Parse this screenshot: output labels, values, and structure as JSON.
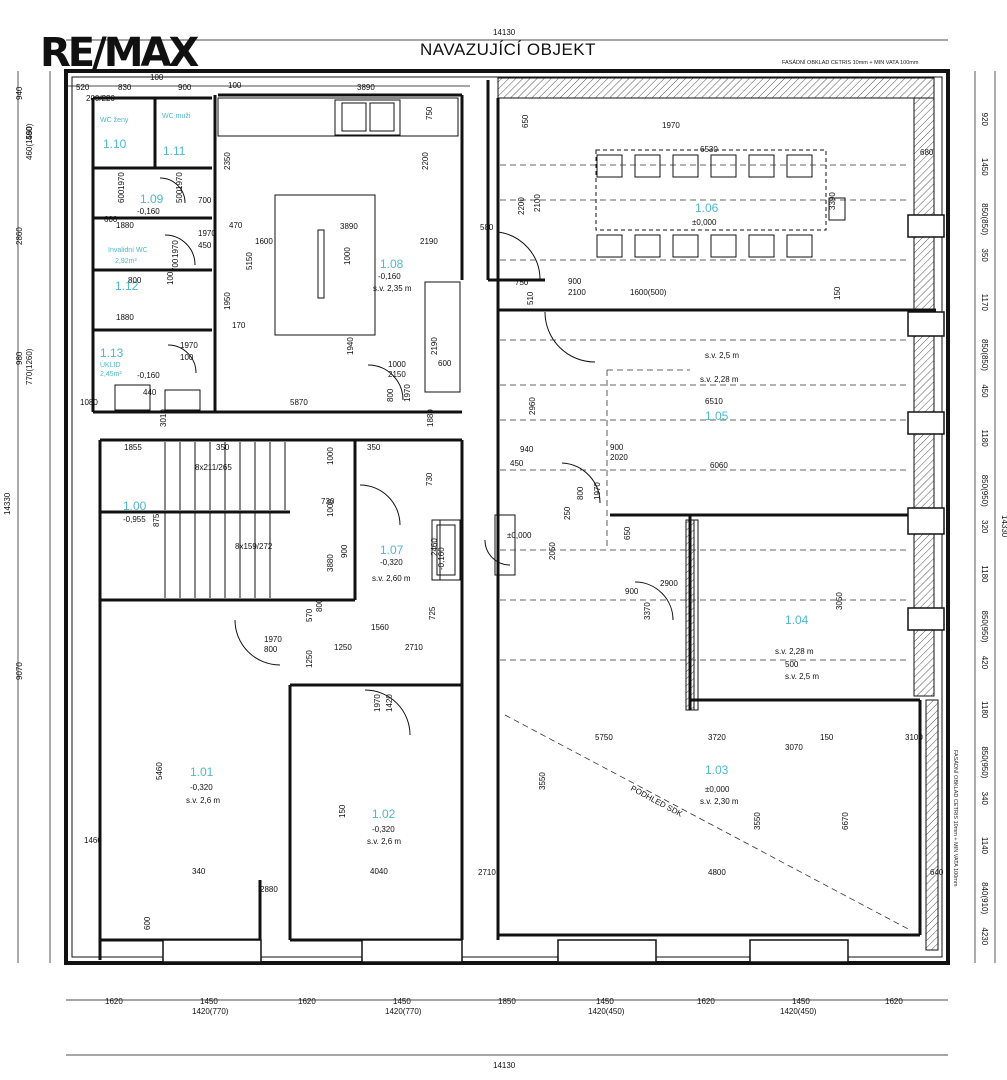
{
  "header": {
    "logo_text": "RE/MAX",
    "title": "NAVAZUJÍCÍ OBJEKT",
    "facade_note_top": "FASÁDNÍ OBKLAD CETRIS 10mm + MIN VATA 100mm",
    "facade_note_side": "FASÁDNÍ OBKLAD CETRIS 10mm + MIN VATA 100mm"
  },
  "colors": {
    "wall": "#111111",
    "hatch": "#555555",
    "room_label": "#4fb8cf",
    "green_label": "#5fcf4f"
  },
  "rooms": [
    {
      "num": "1.10",
      "name": "WC ženy"
    },
    {
      "num": "1.11",
      "name": "WC muži"
    },
    {
      "num": "1.09",
      "level": "-0,160"
    },
    {
      "num": "1.12",
      "name": "Invalidní WC",
      "area": "2,92m²"
    },
    {
      "num": "1.13",
      "name": "ÚKLID",
      "area": "2,45m²",
      "level": "-0,160"
    },
    {
      "num": "1.08",
      "level": "-0,160",
      "height": "s.v. 2,35 m"
    },
    {
      "num": "1.00",
      "level": "-0,955"
    },
    {
      "num": "1.07",
      "level": "-0,320",
      "height": "s.v. 2,60 m"
    },
    {
      "num": "1.01",
      "level": "-0,320",
      "height": "s.v. 2,6 m"
    },
    {
      "num": "1.02",
      "level": "-0,320",
      "height": "s.v. 2,6 m"
    },
    {
      "num": "1.06",
      "level": "±0,000"
    },
    {
      "num": "1.05",
      "height_a": "s.v. 2,5 m",
      "height_b": "s.v. 2,28 m"
    },
    {
      "num": "1.04",
      "height_a": "s.v. 2,28 m",
      "height_b": "s.v. 2,5 m"
    },
    {
      "num": "1.03",
      "level": "±0,000",
      "height": "s.v. 2,30 m"
    }
  ],
  "labels": {
    "stair_top": "8x211/265",
    "stair_bottom": "8x159/272",
    "podhled": "PODHLED SDK",
    "door_level": "±0,000",
    "bottom_bar_level": "-0,160"
  },
  "dimensions": {
    "top_total": "14130",
    "bottom_total": "14130",
    "right_total": "14330",
    "left_total": "14330",
    "top_row": [
      "520",
      "830",
      "100",
      "900",
      "100",
      "3890"
    ],
    "bottom_row": [
      "1620",
      "1450",
      "1620",
      "1450",
      "1850",
      "1450",
      "1620",
      "1450",
      "1620"
    ],
    "bottom_sub": [
      "1420(770)",
      "1420(770)",
      "1420(450)",
      "1420(450)"
    ],
    "right_col": [
      "920",
      "1450",
      "850(850)",
      "350",
      "1170",
      "850(850)",
      "450",
      "1180",
      "850(950)",
      "320",
      "1180",
      "850(950)",
      "420",
      "1180",
      "850(950)",
      "340",
      "1140",
      "840(910)",
      "4230"
    ],
    "left_col": [
      "940",
      "490",
      "460(1560)",
      "2860",
      "980",
      "770(1260)",
      "9070"
    ],
    "misc": [
      "2350",
      "2200",
      "750",
      "1600",
      "2190",
      "3890",
      "5150",
      "1950",
      "1000",
      "1940",
      "2190",
      "1000",
      "2150",
      "600",
      "800",
      "1970",
      "5870",
      "650",
      "6530",
      "3390",
      "680",
      "2200",
      "2100",
      "750",
      "900",
      "1600(500)",
      "580",
      "510",
      "2100",
      "150",
      "6510",
      "5460",
      "2960",
      "940",
      "900",
      "2020",
      "450",
      "6060",
      "800",
      "1970",
      "2050",
      "250",
      "650",
      "900",
      "2900",
      "3050",
      "3370",
      "500",
      "3720",
      "3070",
      "150",
      "3100",
      "5750",
      "3550",
      "3550",
      "6670",
      "4800",
      "640",
      "2710",
      "4040",
      "150",
      "2880",
      "340",
      "600",
      "1460",
      "1250",
      "2710",
      "1560",
      "725",
      "570",
      "1250",
      "800",
      "1970",
      "800",
      "1970",
      "1420",
      "730",
      "1000",
      "1000",
      "730",
      "3880",
      "900",
      "2460",
      "875",
      "1855",
      "350",
      "3010",
      "350",
      "1880",
      "1880",
      "1880",
      "440",
      "600",
      "1970",
      "600",
      "1970",
      "500",
      "700",
      "1970",
      "450",
      "1970",
      "700",
      "1970",
      "100",
      "100",
      "470",
      "170",
      "1080",
      "200/220",
      "800",
      "1970"
    ]
  }
}
